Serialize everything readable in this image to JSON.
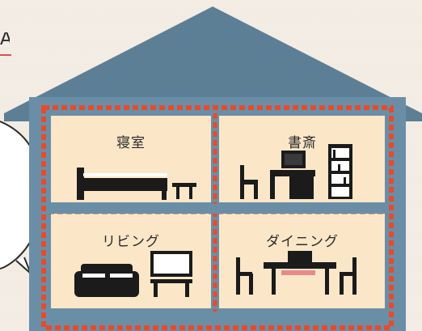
{
  "colors": {
    "roof": "#5d7f96",
    "wall": "#6b8ea7",
    "room_fill": "#fbe7c8",
    "insulation": "#e64b2b",
    "furniture": "#1b1b1b",
    "floor_line": "#5a7b92"
  },
  "rooms": [
    {
      "label": "寝室",
      "icon": "bed-icon"
    },
    {
      "label": "書斎",
      "icon": "desk-computer-icon"
    },
    {
      "label": "リビング",
      "icon": "sofa-tv-icon"
    },
    {
      "label": "ダイニング",
      "icon": "dining-table-icon"
    }
  ],
  "bubble": {
    "partial_text": "A"
  }
}
